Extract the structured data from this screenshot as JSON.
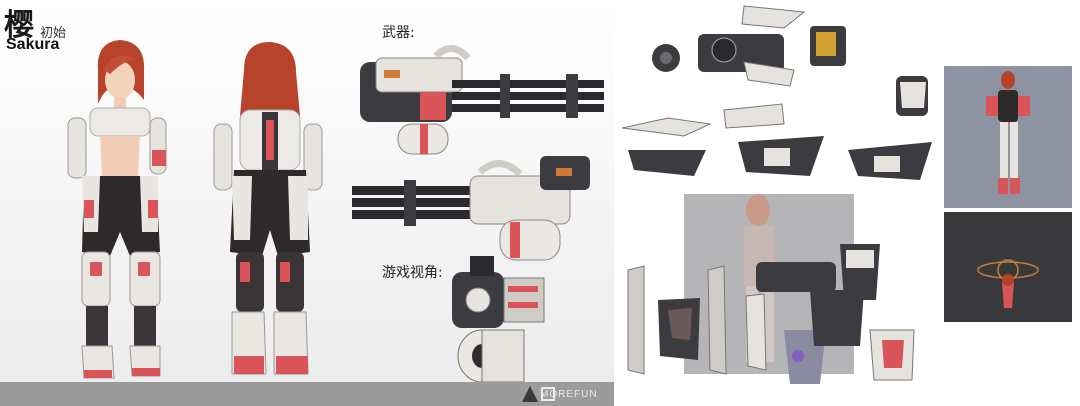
{
  "header": {
    "title_char": "樱",
    "title_sub": "初始",
    "name": "Sakura"
  },
  "labels": {
    "weapon": "武器:",
    "game_view": "游戏视角:"
  },
  "footer": {
    "logo_text": "MOREFUN"
  },
  "colors": {
    "hair": "#b8432b",
    "armor_red": "#d9555a",
    "armor_white": "#e9e6e1",
    "suit_dark": "#2e2a2c",
    "metal_dark": "#3c3c40"
  },
  "icons": [
    "morefun-logo-icon"
  ]
}
